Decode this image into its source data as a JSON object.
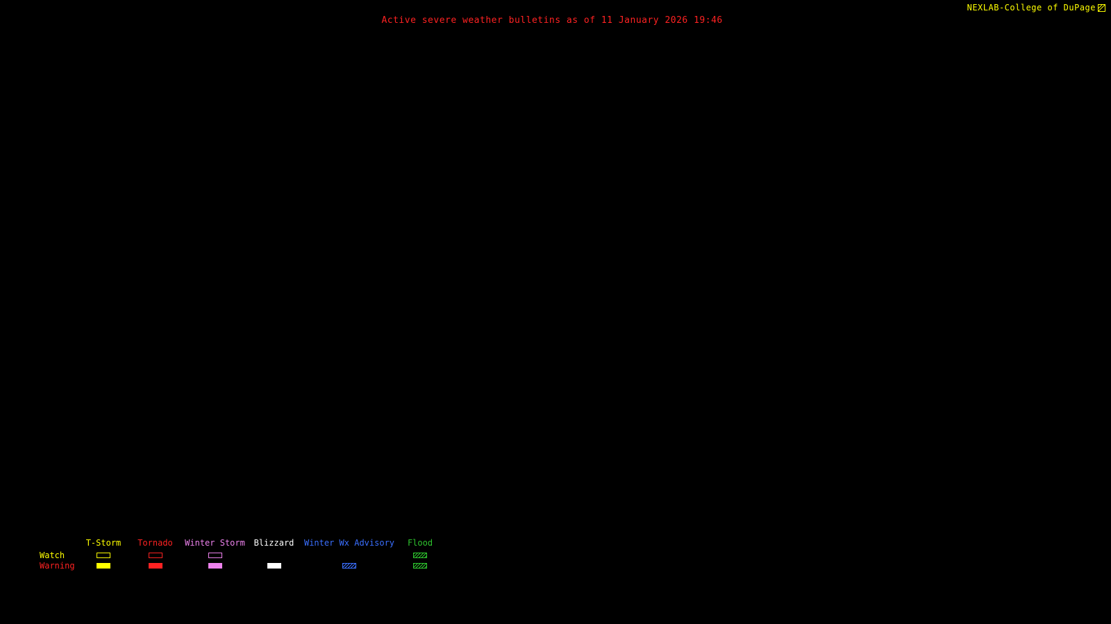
{
  "header": {
    "title": "Active severe weather bulletins as of 11 January 2026 19:46",
    "title_color": "#ff2222",
    "branding": "NEXLAB-College of DuPage",
    "branding_color": "#ffff00"
  },
  "map": {
    "background_color": "#000000",
    "note": "no active bulletin polygons visible"
  },
  "legend": {
    "row_labels": [
      {
        "label": "Watch",
        "color": "#ffff00"
      },
      {
        "label": "Warning",
        "color": "#ff2222"
      }
    ],
    "columns": [
      {
        "label": "T-Storm",
        "color": "#ffff00",
        "watch": "outline",
        "warning": "solid"
      },
      {
        "label": "Tornado",
        "color": "#ff2222",
        "watch": "outline",
        "warning": "solid"
      },
      {
        "label": "Winter Storm",
        "color": "#ee82ee",
        "watch": "outline",
        "warning": "solid"
      },
      {
        "label": "Blizzard",
        "color": "#ffffff",
        "watch": "none",
        "warning": "solid"
      },
      {
        "label": "Winter Wx Advisory",
        "color": "#3a6fff",
        "watch": "none",
        "warning": "hatch"
      },
      {
        "label": "Flood",
        "color": "#2ec52e",
        "watch": "hatch",
        "warning": "hatch"
      }
    ]
  }
}
